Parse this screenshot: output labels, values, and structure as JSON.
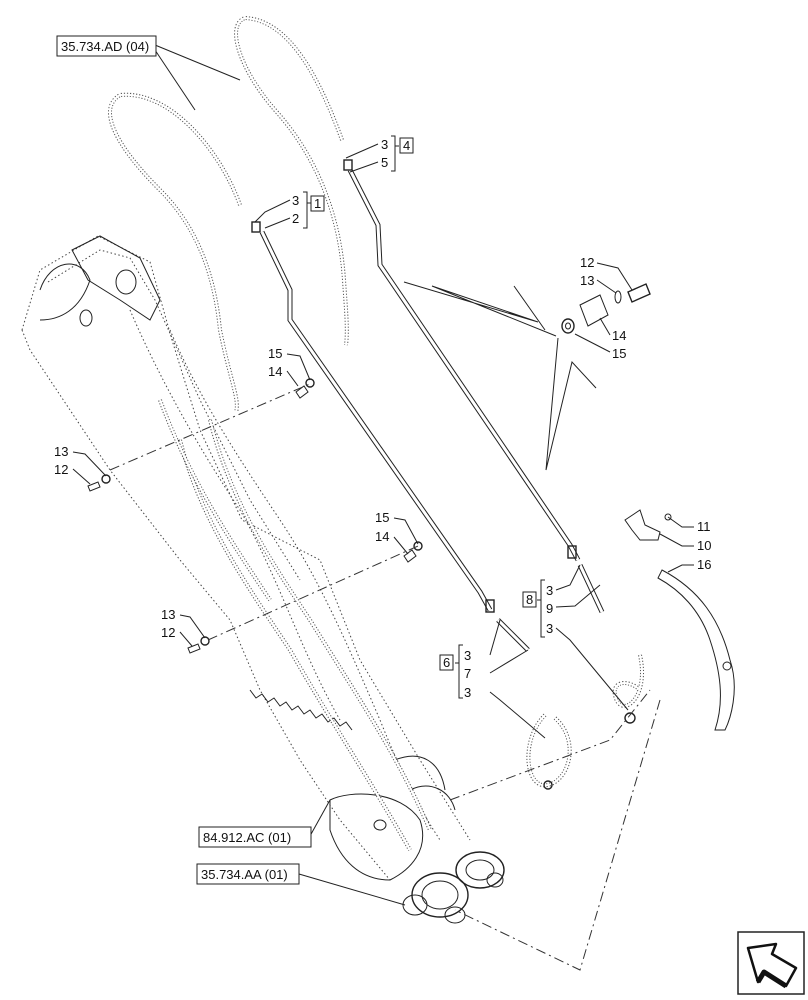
{
  "refs": {
    "top": "35.734.AD (04)",
    "mid": "84.912.AC (01)",
    "bottom": "35.734.AA (01)"
  },
  "group_boxes": [
    "1",
    "4",
    "6",
    "8"
  ],
  "callouts": {
    "g1_a": "3",
    "g1_b": "2",
    "g4_a": "3",
    "g4_b": "5",
    "c12a": "12",
    "c13a": "13",
    "c14a": "14",
    "c15a": "15",
    "c15b": "15",
    "c14b": "14",
    "c13b": "13",
    "c12b": "12",
    "c15c": "15",
    "c14c": "14",
    "c13c": "13",
    "c12c": "12",
    "c11": "11",
    "c10": "10",
    "c16": "16",
    "g8_a": "3",
    "g8_b": "9",
    "g8_c": "3",
    "g6_a": "3",
    "g6_b": "7",
    "g6_c": "3"
  }
}
